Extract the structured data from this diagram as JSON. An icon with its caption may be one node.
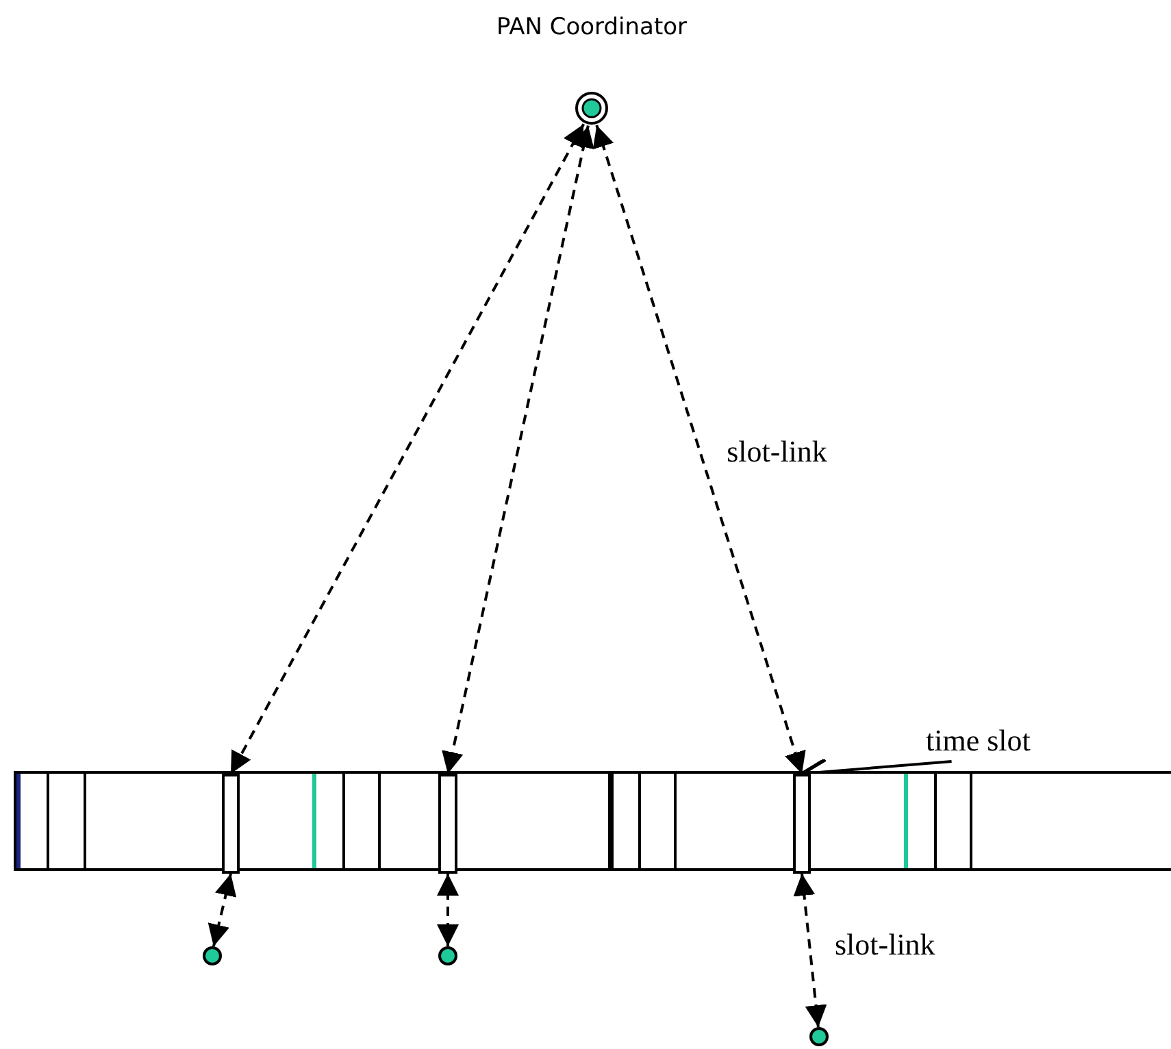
{
  "diagram": {
    "nodes": [
      {
        "text": [
          "PAN Coordinator"
        ]
      },
      {
        "text": [],
        "shape": "bar"
      },
      {
        "text": [],
        "shape": "box",
        "in": 1
      },
      {
        "text": [],
        "shape": "box",
        "in": 1
      },
      {
        "text": [],
        "shape": "box",
        "in": 1
      },
      {
        "text": [],
        "shape": "circle"
      },
      {
        "text": [],
        "shape": "circle"
      },
      {
        "text": [],
        "shape": "circle"
      },
      {
        "text": [
          "time slot"
        ]
      }
    ],
    "edges": [
      {
        "from": 0,
        "to": 2,
        "arrow": "both",
        "style": "dashed"
      },
      {
        "from": 0,
        "to": 3,
        "arrow": "both",
        "style": "dashed"
      },
      {
        "from": 0,
        "to": 4,
        "arrow": "both",
        "style": "dashed",
        "label": "slot-link"
      },
      {
        "from": 2,
        "to": 5,
        "arrow": "both",
        "style": "dashed"
      },
      {
        "from": 3,
        "to": 6,
        "arrow": "both",
        "style": "dashed"
      },
      {
        "from": 4,
        "to": 7,
        "arrow": "both",
        "style": "dashed",
        "label": "slot-link"
      },
      {
        "from": 8,
        "to": 4,
        "arrow": "to"
      }
    ]
  }
}
